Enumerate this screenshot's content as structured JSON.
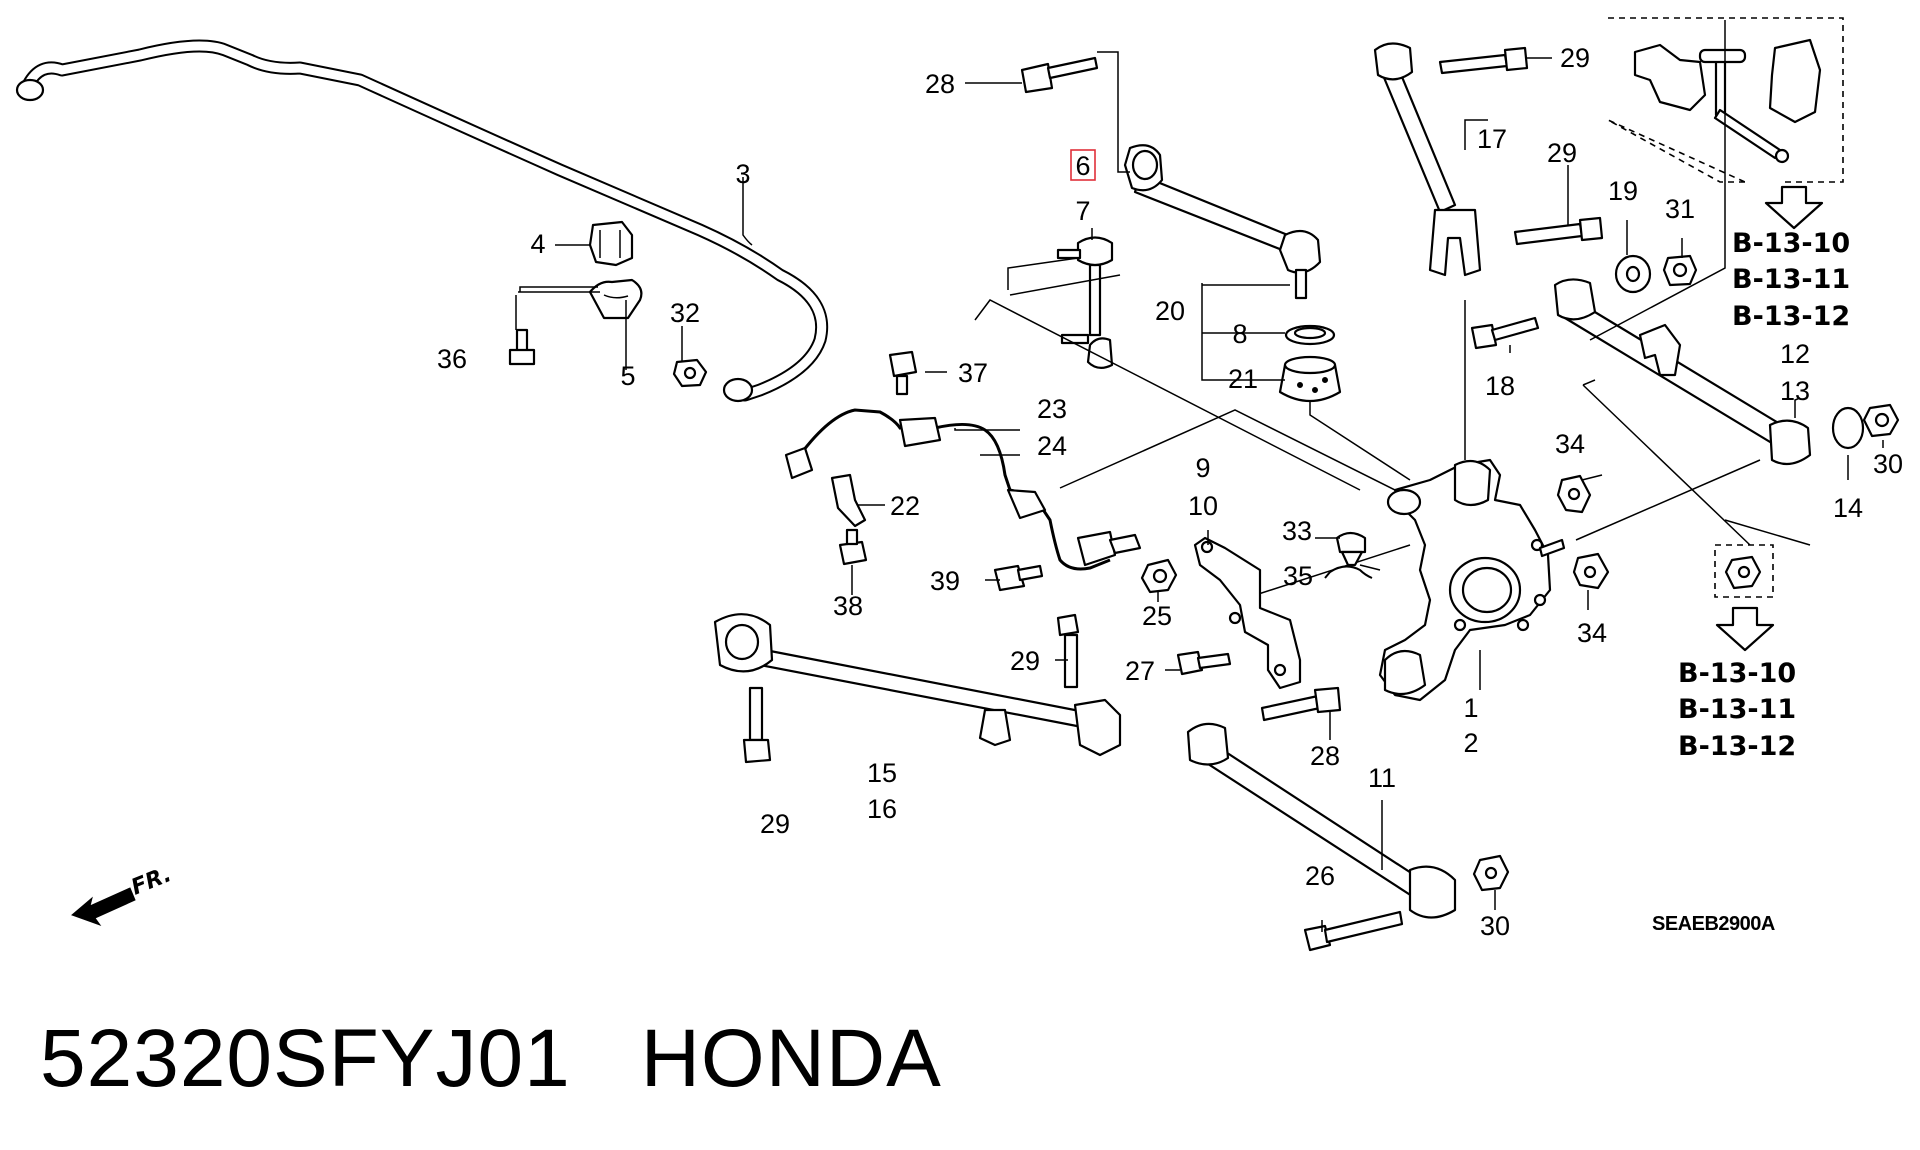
{
  "diagram_code": "SEAEB2900A",
  "front_indicator": "FR.",
  "highlighted_callout": "6",
  "highlight_color": "#e0303a",
  "footer": {
    "part_number": "52320SFYJ01",
    "brand": "HONDA"
  },
  "callouts": {
    "c1": "1",
    "c2": "2",
    "c3": "3",
    "c4": "4",
    "c5": "5",
    "c6": "6",
    "c7": "7",
    "c8": "8",
    "c9": "9",
    "c10": "10",
    "c11": "11",
    "c12": "12",
    "c13": "13",
    "c14": "14",
    "c15": "15",
    "c16": "16",
    "c17": "17",
    "c18": "18",
    "c19": "19",
    "c20": "20",
    "c21": "21",
    "c22": "22",
    "c23": "23",
    "c24": "24",
    "c25": "25",
    "c26": "26",
    "c27": "27",
    "c28a": "28",
    "c28b": "28",
    "c29a": "29",
    "c29b": "29",
    "c29c": "29",
    "c29d": "29",
    "c30a": "30",
    "c30b": "30",
    "c31": "31",
    "c32": "32",
    "c33": "33",
    "c34a": "34",
    "c34b": "34",
    "c35": "35",
    "c36": "36",
    "c37": "37",
    "c38": "38",
    "c39": "39"
  },
  "reference_groups": {
    "top": [
      "B-13-10",
      "B-13-11",
      "B-13-12"
    ],
    "bottom": [
      "B-13-10",
      "B-13-11",
      "B-13-12"
    ]
  }
}
